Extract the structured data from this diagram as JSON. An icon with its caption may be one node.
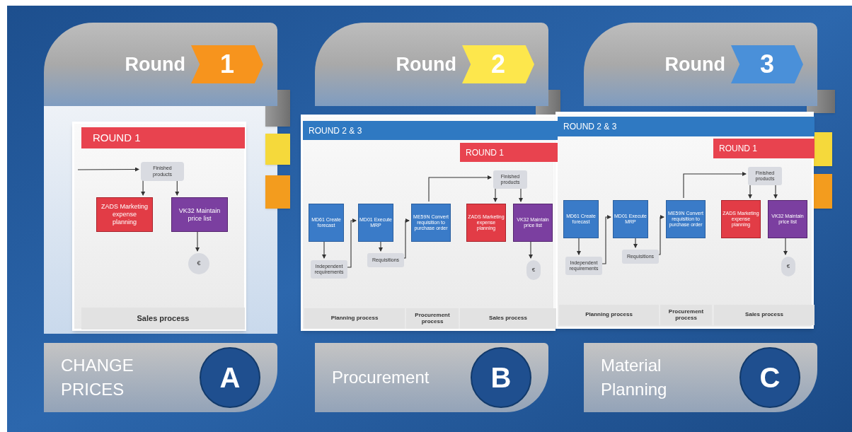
{
  "diagram": {
    "nodes": [
      {
        "text": [
          "Round",
          "1"
        ]
      },
      {
        "text": [
          "Round",
          "2"
        ]
      },
      {
        "text": [
          "Round",
          "3"
        ]
      },
      {
        "text": [],
        "shape": "box"
      },
      {
        "text": [
          "ROUND 1"
        ],
        "in": 3
      },
      {
        "text": [
          "Finished products"
        ],
        "in": 3
      },
      {
        "text": [
          "ZADS Marketing expense planning"
        ],
        "in": 3
      },
      {
        "text": [
          "VK32 Maintain price list"
        ],
        "in": 3
      },
      {
        "text": [
          "€"
        ],
        "in": 3
      },
      {
        "text": [
          "Sales process"
        ],
        "in": 3
      },
      {
        "text": [],
        "shape": "box"
      },
      {
        "text": [
          "ROUND 2 & 3"
        ],
        "in": 10
      },
      {
        "text": [
          "ROUND 1"
        ],
        "in": 10
      },
      {
        "text": [
          "MD61 Create forecast"
        ],
        "in": 10
      },
      {
        "text": [
          "MD01 Execute MRP"
        ],
        "in": 10
      },
      {
        "text": [
          "ME59N Convert requisition to purchase order"
        ],
        "in": 10
      },
      {
        "text": [
          "Independent requirements"
        ],
        "in": 10
      },
      {
        "text": [
          "Requisitions"
        ],
        "in": 10
      },
      {
        "text": [
          "Finished products"
        ],
        "in": 10
      },
      {
        "text": [
          "ZADS Marketing expense planning"
        ],
        "in": 10
      },
      {
        "text": [
          "VK32 Maintain price list"
        ],
        "in": 10
      },
      {
        "text": [
          "€"
        ],
        "in": 10
      },
      {
        "text": [
          "Planning process"
        ],
        "in": 10
      },
      {
        "text": [
          "Procurement process"
        ],
        "in": 10
      },
      {
        "text": [
          "Sales process"
        ],
        "in": 10
      },
      {
        "text": [],
        "shape": "box"
      },
      {
        "text": [
          "ROUND 2 & 3"
        ],
        "in": 25
      },
      {
        "text": [
          "ROUND 1"
        ],
        "in": 25
      },
      {
        "text": [
          "MD61 Create forecast"
        ],
        "in": 25
      },
      {
        "text": [
          "MD01 Execute MRP"
        ],
        "in": 25
      },
      {
        "text": [
          "ME59N Convert requisition to purchase order"
        ],
        "in": 25
      },
      {
        "text": [
          "Independent requirements"
        ],
        "in": 25
      },
      {
        "text": [
          "Requisitions"
        ],
        "in": 25
      },
      {
        "text": [
          "Finished products"
        ],
        "in": 25
      },
      {
        "text": [
          "ZADS Marketing expense planning"
        ],
        "in": 25
      },
      {
        "text": [
          "VK32 Maintain price list"
        ],
        "in": 25
      },
      {
        "text": [
          "€"
        ],
        "in": 25
      },
      {
        "text": [
          "Planning process"
        ],
        "in": 25
      },
      {
        "text": [
          "Procurement process"
        ],
        "in": 25
      },
      {
        "text": [
          "Sales process"
        ],
        "in": 25
      },
      {
        "text": [
          "CHANGE PRICES",
          "A"
        ]
      },
      {
        "text": [
          "Procurement",
          "B"
        ]
      },
      {
        "text": [
          "Material Planning",
          "C"
        ]
      }
    ],
    "edges": [
      {
        "from": null,
        "to": 5,
        "arrow": "to"
      },
      {
        "from": 5,
        "to": 6,
        "arrow": "to"
      },
      {
        "from": 5,
        "to": 7,
        "arrow": "to"
      },
      {
        "from": 7,
        "to": 8,
        "arrow": "to"
      },
      {
        "from": 13,
        "to": 16,
        "arrow": "to"
      },
      {
        "from": 16,
        "to": 14,
        "arrow": "to"
      },
      {
        "from": 14,
        "to": 17,
        "arrow": "to"
      },
      {
        "from": 17,
        "to": 15,
        "arrow": "to"
      },
      {
        "from": 15,
        "to": 18,
        "arrow": "to"
      },
      {
        "from": 18,
        "to": 19,
        "arrow": "to"
      },
      {
        "from": 18,
        "to": 20,
        "arrow": "to"
      },
      {
        "from": 20,
        "to": 21,
        "arrow": "to"
      },
      {
        "from": 28,
        "to": 31,
        "arrow": "to"
      },
      {
        "from": 31,
        "to": 29,
        "arrow": "to"
      },
      {
        "from": 29,
        "to": 32,
        "arrow": "to"
      },
      {
        "from": 32,
        "to": 30,
        "arrow": "to"
      },
      {
        "from": 30,
        "to": 33,
        "arrow": "to"
      },
      {
        "from": 33,
        "to": 34,
        "arrow": "to"
      },
      {
        "from": 33,
        "to": 35,
        "arrow": "to"
      },
      {
        "from": 35,
        "to": 36,
        "arrow": "to"
      }
    ]
  }
}
